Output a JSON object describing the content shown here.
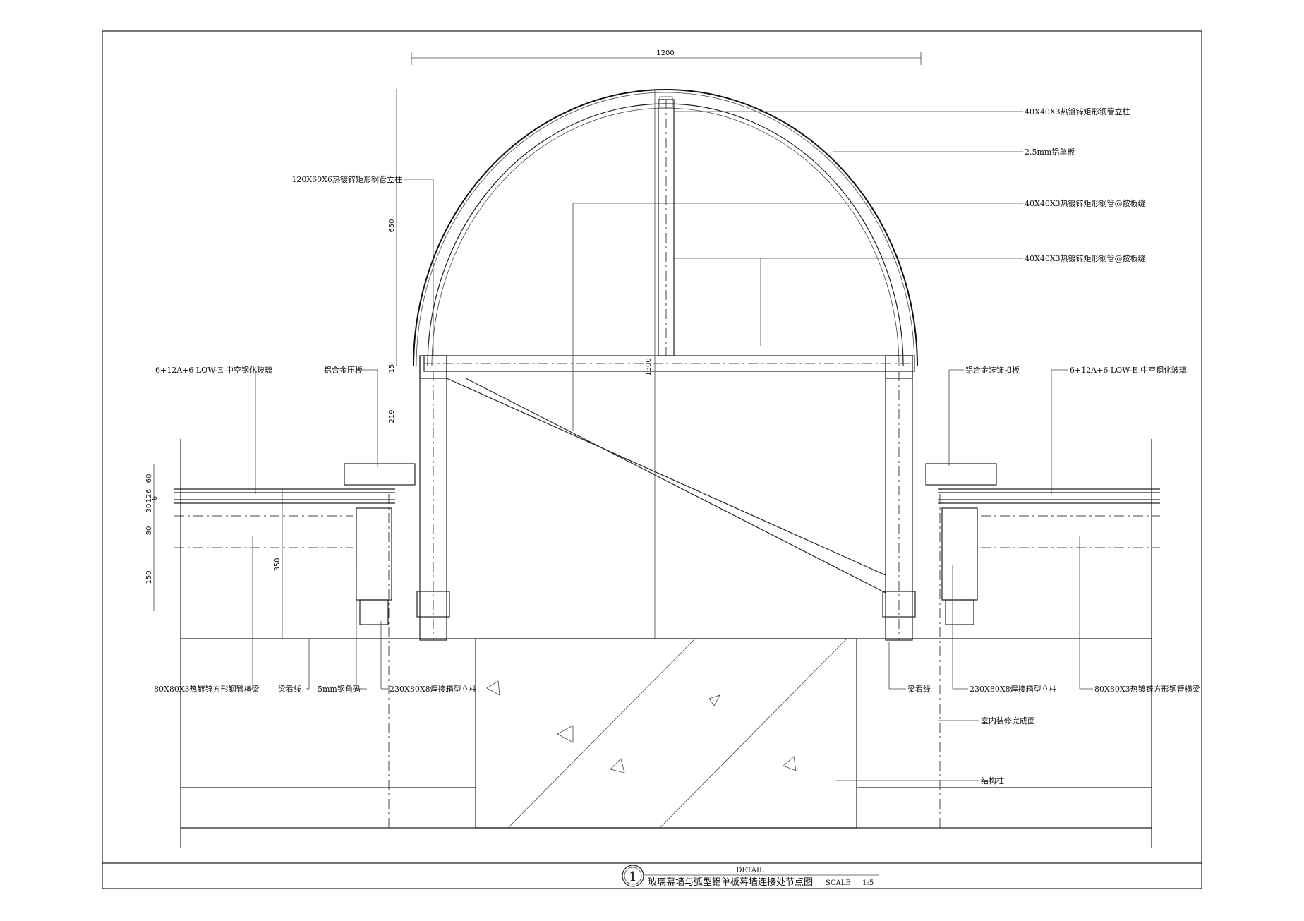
{
  "dimensions": {
    "top_width": "1200",
    "arch_height": "650",
    "gap": "15",
    "lower": "219",
    "total_height": "1300",
    "beam_depth": "350",
    "left_stack": [
      "60",
      "6",
      "12",
      "6",
      "30",
      "80",
      "150"
    ]
  },
  "labels": {
    "steel_post_40": "40X40X3热镀锌矩形钢管立柱",
    "alu_panel": "2.5mm铝单板",
    "steel_tube_a": "40X40X3热镀锌矩形钢管@按板缝",
    "steel_tube_b": "40X40X3热镀锌矩形钢管@按板缝",
    "steel_post_120": "120X60X6热镀锌矩形钢管立柱",
    "glass_left": "6+12A+6 LOW-E 中空钢化玻璃",
    "pressure_plate": "铝合金压板",
    "decor_cover": "铝合金装饰扣板",
    "glass_right": "6+12A+6 LOW-E 中空钢化玻璃",
    "beam_left": "80X80X3热镀锌方形钢管横梁",
    "beam_line_left": "梁看线",
    "angle_bracket": "5mm钢角码",
    "box_column_left": "230X80X8焊接箱型立柱",
    "beam_line_right": "梁看线",
    "box_column_right": "230X80X8焊接箱型立柱",
    "beam_right": "80X80X3热镀锌方形钢管横梁",
    "interior_finish": "室内装修完成面",
    "structural_column": "结构柱"
  },
  "title_block": {
    "number": "1",
    "heading": "DETAIL",
    "title": "玻璃幕墙与弧型铝单板幕墙连接处节点图",
    "scale_label": "SCALE",
    "scale_value": "1:5"
  }
}
